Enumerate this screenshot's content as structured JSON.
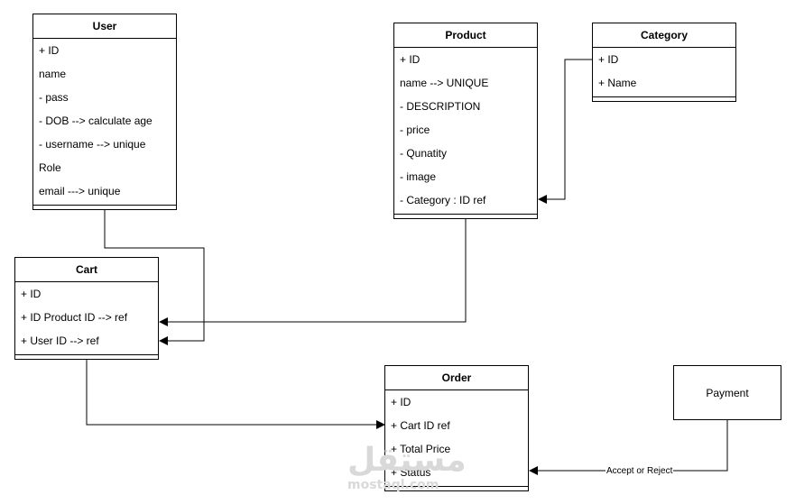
{
  "entities": {
    "user": {
      "title": "User",
      "fields": [
        "+ ID",
        "name",
        "- pass",
        "- DOB --> calculate age",
        "- username --> unique",
        "Role",
        "email ---> unique"
      ]
    },
    "product": {
      "title": "Product",
      "fields": [
        "+ ID",
        "name --> UNIQUE",
        "- DESCRIPTION",
        "- price",
        "- Qunatity",
        "- image",
        "- Category : ID ref"
      ]
    },
    "category": {
      "title": "Category",
      "fields": [
        "+ ID",
        "+ Name"
      ]
    },
    "cart": {
      "title": "Cart",
      "fields": [
        "+ ID",
        "+ ID Product ID --> ref",
        "+ User ID --> ref"
      ]
    },
    "order": {
      "title": "Order",
      "fields": [
        "+ ID",
        "+ Cart ID ref",
        "+ Total Price",
        "+ Status"
      ]
    }
  },
  "payment": {
    "label": "Payment"
  },
  "edges": {
    "payment_order_label": "Accept or Reject"
  },
  "watermark": {
    "logo_text": "مستقل",
    "url_text": "mostaql.com"
  }
}
